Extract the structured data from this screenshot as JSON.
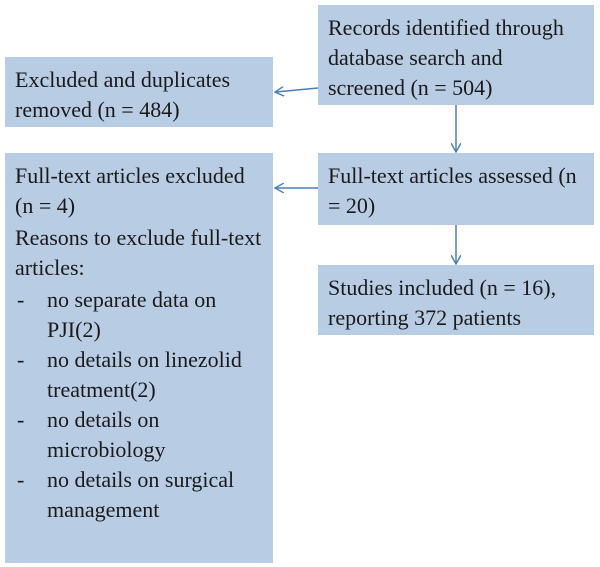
{
  "flow": {
    "identified": "Records identified through database search and screened (n = 504)",
    "excluded_duplicates": "Excluded and duplicates removed (n = 484)",
    "assessed": "Full-text articles assessed (n = 20)",
    "fulltext_excluded": "Full-text articles excluded (n = 4)",
    "reasons_title": "Reasons to exclude full-text articles:",
    "reasons": [
      "no separate data on PJI(2)",
      "no details on linezolid treatment(2)",
      "no details on microbiology",
      "no details on surgical management"
    ],
    "included": "Studies included (n = 16), reporting 372 patients"
  },
  "colors": {
    "box_fill": "#b8cce4",
    "arrow": "#4a7ebb"
  }
}
